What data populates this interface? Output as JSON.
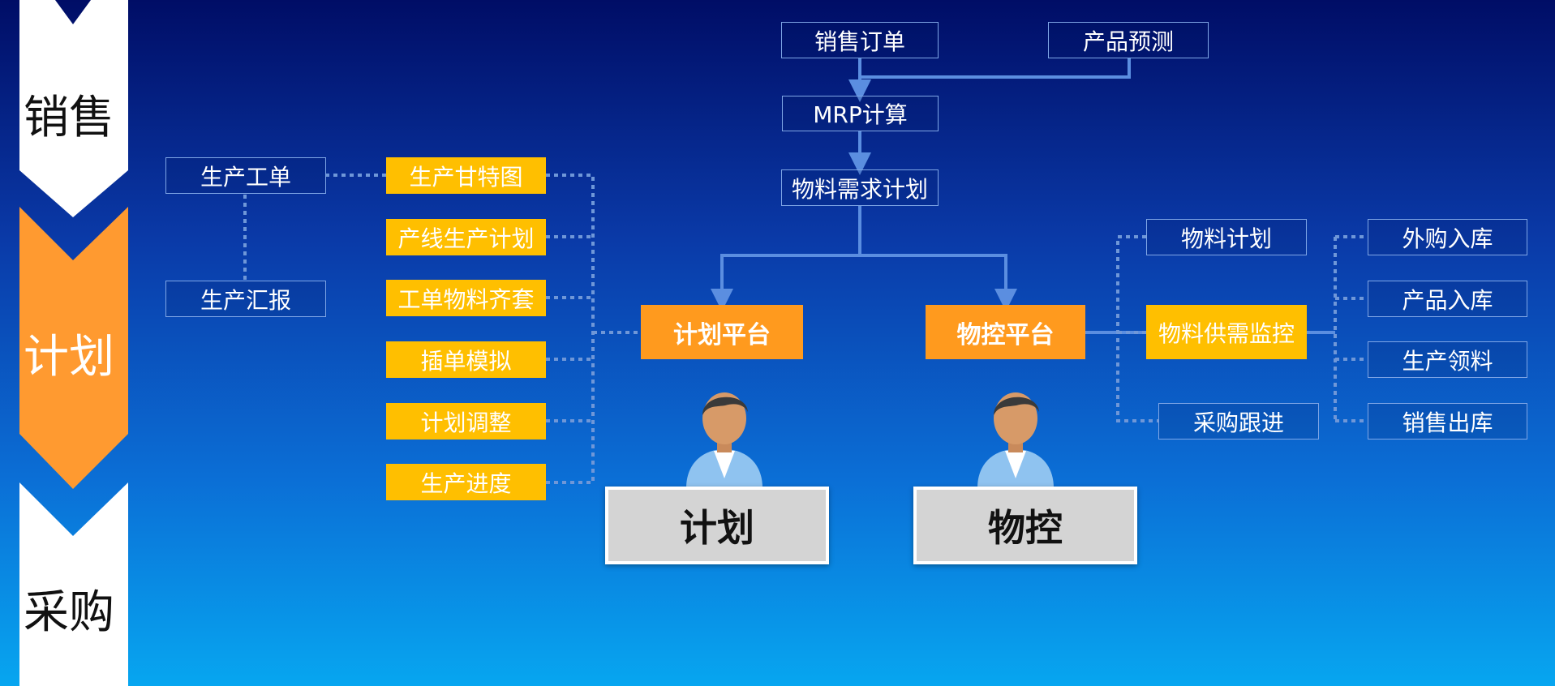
{
  "stages": {
    "sales": "销售",
    "plan": "计划",
    "purchase": "采购"
  },
  "top": {
    "sales_order": "销售订单",
    "product_forecast": "产品预测",
    "mrp_calc": "MRP计算",
    "material_requirement_plan": "物料需求计划"
  },
  "left": {
    "work_order": "生产工单",
    "production_report": "生产汇报",
    "items": [
      "生产甘特图",
      "产线生产计划",
      "工单物料齐套",
      "插单模拟",
      "计划调整",
      "生产进度"
    ]
  },
  "platforms": {
    "plan_platform": "计划平台",
    "material_control_platform": "物控平台"
  },
  "right": {
    "material_plan": "物料计划",
    "supply_demand_monitor": "物料供需监控",
    "purchase_follow_up": "采购跟进",
    "items": [
      "外购入库",
      "产品入库",
      "生产领料",
      "销售出库"
    ]
  },
  "roles": {
    "plan": "计划",
    "material_control": "物控"
  },
  "colors": {
    "orange": "#ff9a1e",
    "yellow": "#ffbf00",
    "connector": "#5b8ee0",
    "dotted": "#6f97d8"
  }
}
